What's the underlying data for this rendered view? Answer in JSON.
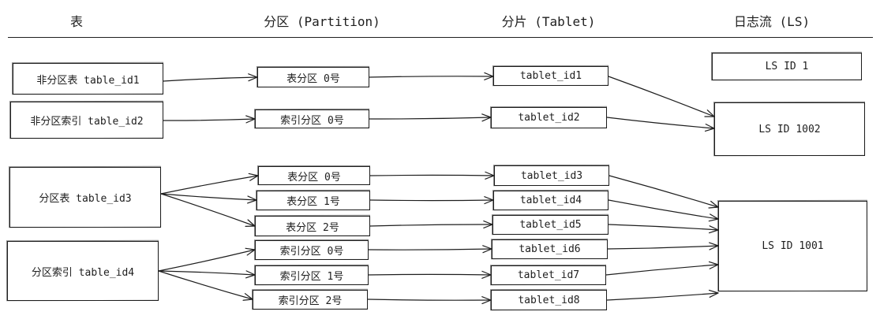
{
  "headers": {
    "table": "表",
    "partition": "分区 (Partition)",
    "tablet": "分片 (Tablet)",
    "log_stream": "日志流 (LS)"
  },
  "tables": {
    "t1": "非分区表 table_id1",
    "t2": "非分区索引 table_id2",
    "t3": "分区表 table_id3",
    "t4": "分区索引 table_id4"
  },
  "partitions": {
    "p1": "表分区 0号",
    "p2": "索引分区 0号",
    "p3": "表分区 0号",
    "p4": "表分区 1号",
    "p5": "表分区 2号",
    "p6": "索引分区 0号",
    "p7": "索引分区 1号",
    "p8": "索引分区 2号"
  },
  "tablets": {
    "tb1": "tablet_id1",
    "tb2": "tablet_id2",
    "tb3": "tablet_id3",
    "tb4": "tablet_id4",
    "tb5": "tablet_id5",
    "tb6": "tablet_id6",
    "tb7": "tablet_id7",
    "tb8": "tablet_id8"
  },
  "log_streams": {
    "ls1": "LS ID 1",
    "ls1002": "LS ID 1002",
    "ls1001": "LS ID 1001"
  }
}
